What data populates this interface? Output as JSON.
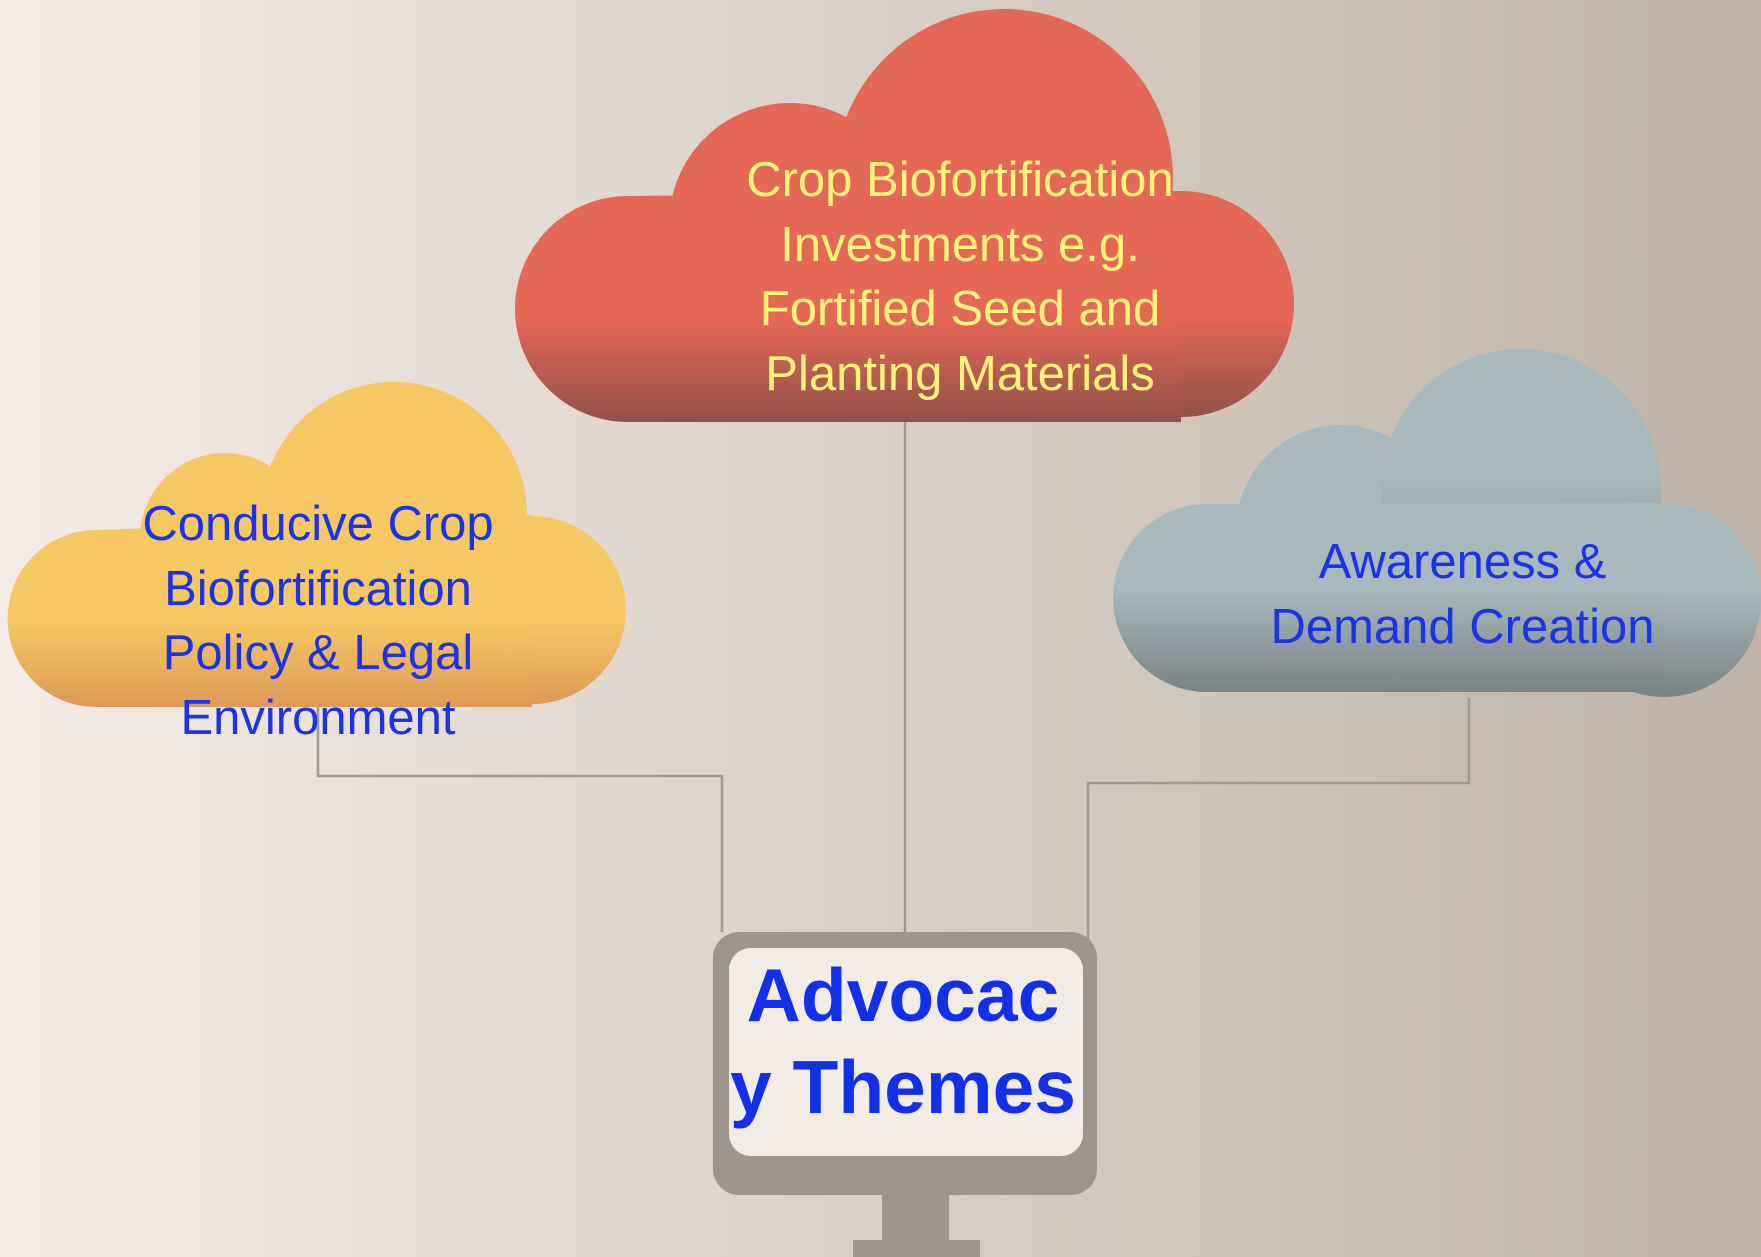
{
  "diagram": {
    "center": {
      "lines": [
        "Advocac",
        "y Themes"
      ],
      "color": "#1230e8"
    },
    "clouds": [
      {
        "id": "policy",
        "lines": [
          "Conducive Crop",
          "Biofortification",
          "Policy & Legal",
          "Environment"
        ],
        "text_color": "#1a33e6",
        "fill_top": "#f6c863",
        "fill_bottom": "#dd9a58"
      },
      {
        "id": "investments",
        "lines": [
          "Crop Biofortification",
          "Investments e.g.",
          "Fortified Seed and",
          "Planting Materials"
        ],
        "text_color": "#fdf57a",
        "fill_top": "#e56756",
        "fill_bottom": "#90514a"
      },
      {
        "id": "awareness",
        "lines": [
          "Awareness &",
          "Demand Creation"
        ],
        "text_color": "#1a33e6",
        "fill_top": "#a7b9bd",
        "fill_bottom": "#7b8386"
      }
    ],
    "connector_color": "#a09890",
    "monitor_color": "#9e968c",
    "screen_color": "#f3ebe6"
  }
}
